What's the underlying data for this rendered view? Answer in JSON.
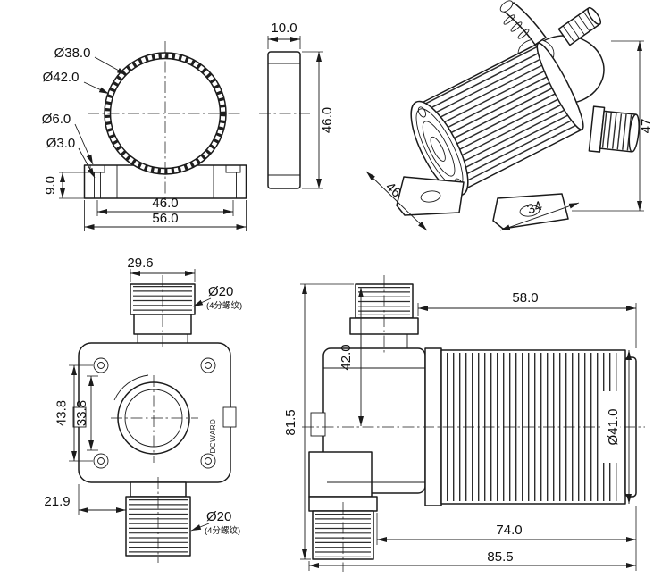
{
  "drawing": {
    "background": "#ffffff",
    "line_color": "#1b1b1b"
  },
  "views": {
    "bracket_front": {
      "dims": {
        "d38": "Ø38.0",
        "d42": "Ø42.0",
        "d6": "Ø6.0",
        "d3": "Ø3.0",
        "h9": "9.0",
        "span46": "46.0",
        "base56": "56.0"
      }
    },
    "bracket_side": {
      "dims": {
        "t10": "10.0",
        "h46": "46.0"
      }
    },
    "isometric": {
      "dims": {
        "depth46": "46",
        "span34": "34",
        "h47": "47"
      }
    },
    "head_front": {
      "brand": "DCWARD",
      "dims": {
        "w296": "29.6",
        "d20_top": "Ø20",
        "note_top": "(4分螺纹)",
        "h438": "43.8",
        "h338": "33.8",
        "off219": "21.9",
        "d20_bot": "Ø20",
        "note_bot": "(4分螺纹)"
      }
    },
    "pump_side": {
      "dims": {
        "l58": "58.0",
        "h42": "42.0",
        "h815": "81.5",
        "d41": "Ø41.0",
        "l74": "74.0",
        "l855": "85.5"
      }
    }
  }
}
